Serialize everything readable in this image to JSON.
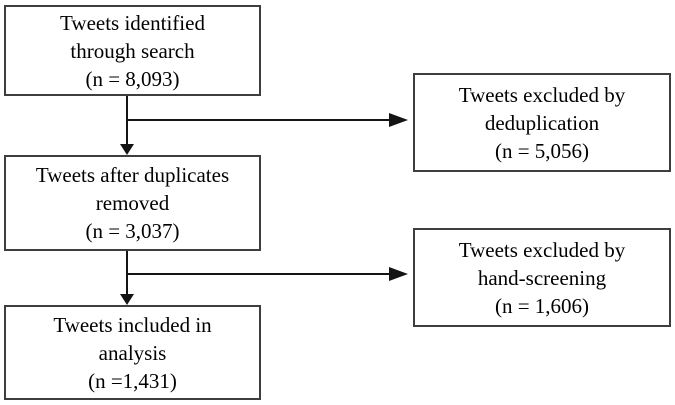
{
  "flow": {
    "identified": {
      "line1": "Tweets identified",
      "line2": "through search",
      "line3": "(n = 8,093)"
    },
    "excluded_dedup": {
      "line1": "Tweets excluded by",
      "line2": "deduplication",
      "line3": "(n = 5,056)"
    },
    "after_duplicates": {
      "line1": "Tweets after duplicates",
      "line2": "removed",
      "line3": "(n = 3,037)"
    },
    "excluded_hand": {
      "line1": "Tweets excluded by",
      "line2": "hand-screening",
      "line3": "(n = 1,606)"
    },
    "included": {
      "line1": "Tweets included in",
      "line2": "analysis",
      "line3": "(n =1,431)"
    }
  },
  "colors": {
    "background": "#ffffff",
    "box_border": "#3e3e3e",
    "arrow": "#141414",
    "text": "#000000"
  }
}
